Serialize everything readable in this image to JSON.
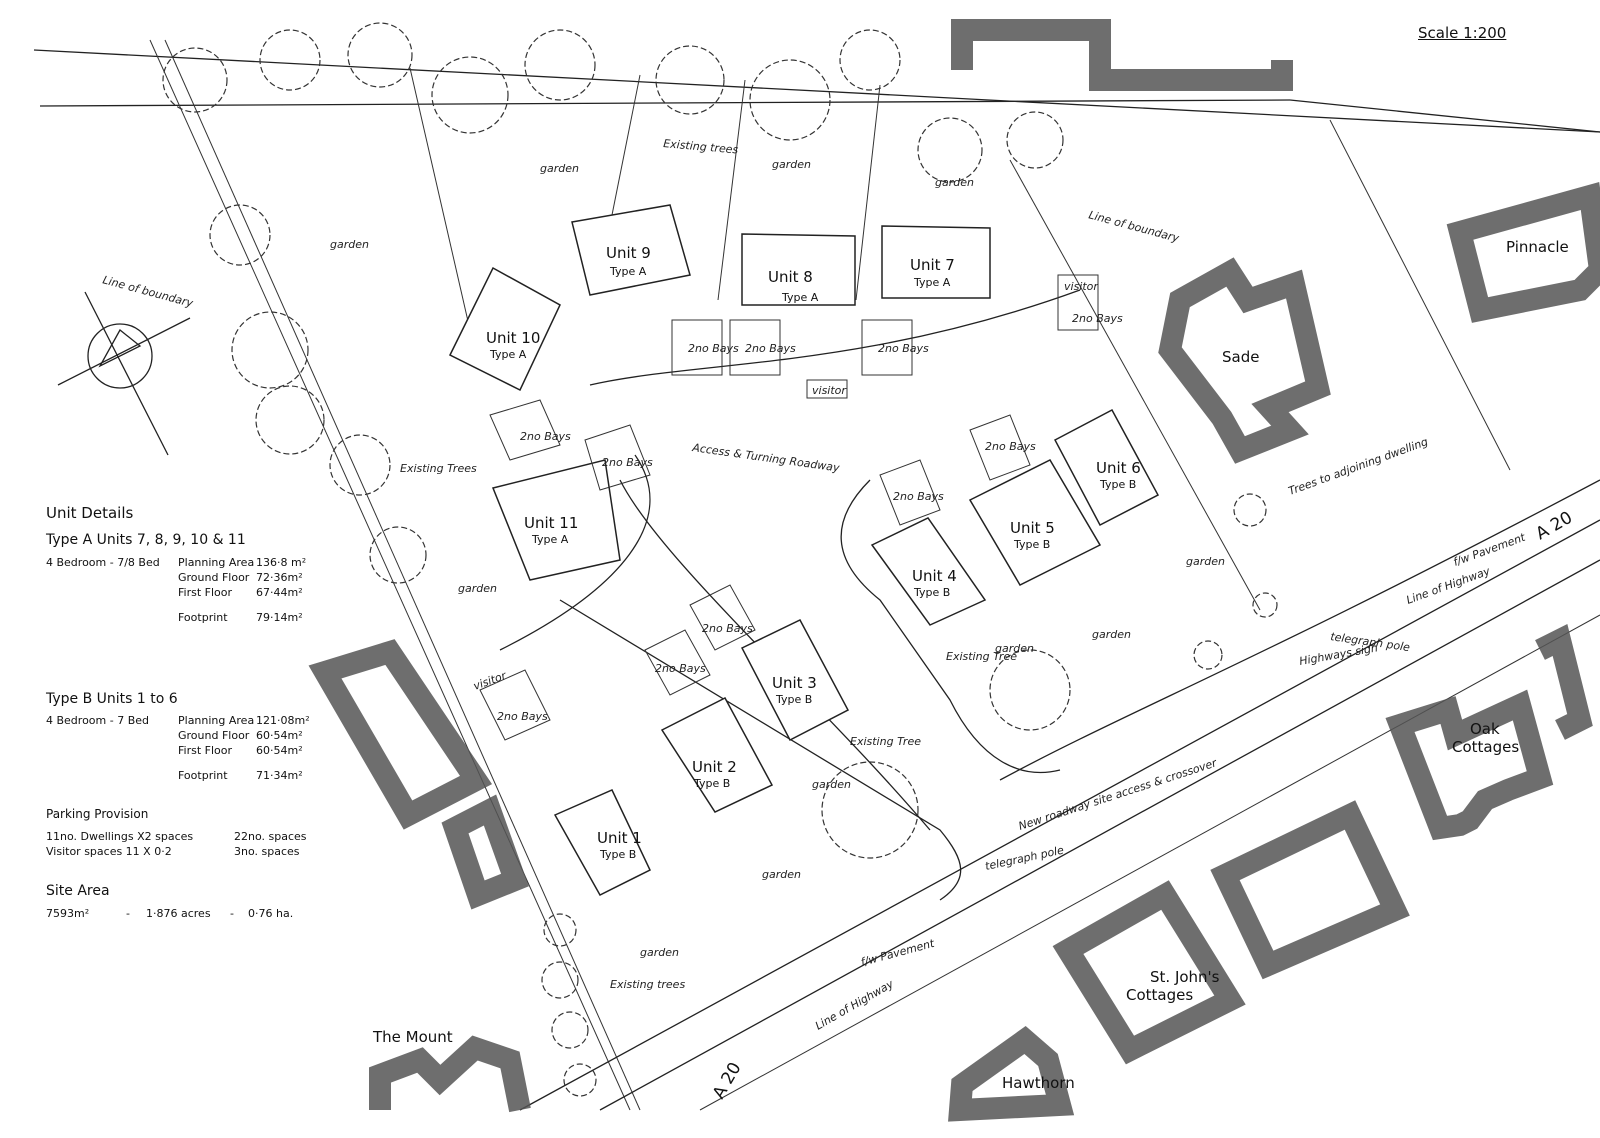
{
  "scale": "Scale 1:200",
  "units": [
    {
      "name": "Unit 1",
      "type": "Type B"
    },
    {
      "name": "Unit 2",
      "type": "Type B"
    },
    {
      "name": "Unit 3",
      "type": "Type B"
    },
    {
      "name": "Unit 4",
      "type": "Type B"
    },
    {
      "name": "Unit 5",
      "type": "Type B"
    },
    {
      "name": "Unit 6",
      "type": "Type B"
    },
    {
      "name": "Unit 7",
      "type": "Type A"
    },
    {
      "name": "Unit 8",
      "type": "Type A"
    },
    {
      "name": "Unit 9",
      "type": "Type A"
    },
    {
      "name": "Unit 10",
      "type": "Type A"
    },
    {
      "name": "Unit 11",
      "type": "Type A"
    }
  ],
  "buildings": {
    "pinnacle": "Pinnacle",
    "sade": "Sade",
    "oak_cottages_1": "Oak",
    "oak_cottages_2": "Cottages",
    "st_johns_1": "St. John's",
    "st_johns_2": "Cottages",
    "hawthorn": "Hawthorn",
    "the_mount": "The Mount"
  },
  "road": {
    "a20_right": "A 20",
    "a20_bottom": "A 20",
    "access": "Access & Turning Roadway"
  },
  "notes": {
    "existing_trees_top": "Existing trees",
    "existing_trees_left": "Existing Trees",
    "existing_trees_bottom": "Existing trees",
    "existing_tree_1": "Existing Tree",
    "existing_tree_2": "Existing Tree",
    "boundary_left": "Line of boundary",
    "boundary_right": "Line of boundary",
    "garden": "garden",
    "bays": "2no Bays",
    "visitor": "visitor",
    "trees_adjoining": "Trees to adjoining dwelling",
    "fw_pavement": "f/w Pavement",
    "line_of_highway": "Line of Highway",
    "telegraph_pole": "telegraph pole",
    "highways_sign": "Highways sign",
    "new_roadway": "New roadway site access & crossover"
  },
  "details": {
    "title": "Unit Details",
    "type_a": {
      "heading": "Type A Units   7, 8, 9, 10 & 11",
      "bedroom": "4 Bedroom - 7/8 Bed",
      "rows": [
        {
          "label": "Planning Area",
          "value": "136·8 m²"
        },
        {
          "label": "Ground Floor",
          "value": "72·36m²"
        },
        {
          "label": "First Floor",
          "value": "67·44m²"
        },
        {
          "label": "Footprint",
          "value": "79·14m²"
        }
      ]
    },
    "type_b": {
      "heading": "Type B Units   1 to 6",
      "bedroom": "4 Bedroom  - 7 Bed",
      "rows": [
        {
          "label": "Planning Area",
          "value": "121·08m²"
        },
        {
          "label": "Ground Floor",
          "value": "60·54m²"
        },
        {
          "label": "First Floor",
          "value": "60·54m²"
        },
        {
          "label": "Footprint",
          "value": "71·34m²"
        }
      ]
    },
    "parking": {
      "heading": "Parking Provision",
      "rows": [
        {
          "label": "11no. Dwellings X2 spaces",
          "value": "22no. spaces"
        },
        {
          "label": "Visitor spaces  11 X 0·2",
          "value": "3no. spaces"
        }
      ]
    },
    "site": {
      "heading": "Site Area",
      "m2": "7593m²",
      "acres": "1·876 acres",
      "ha": "0·76 ha."
    }
  }
}
